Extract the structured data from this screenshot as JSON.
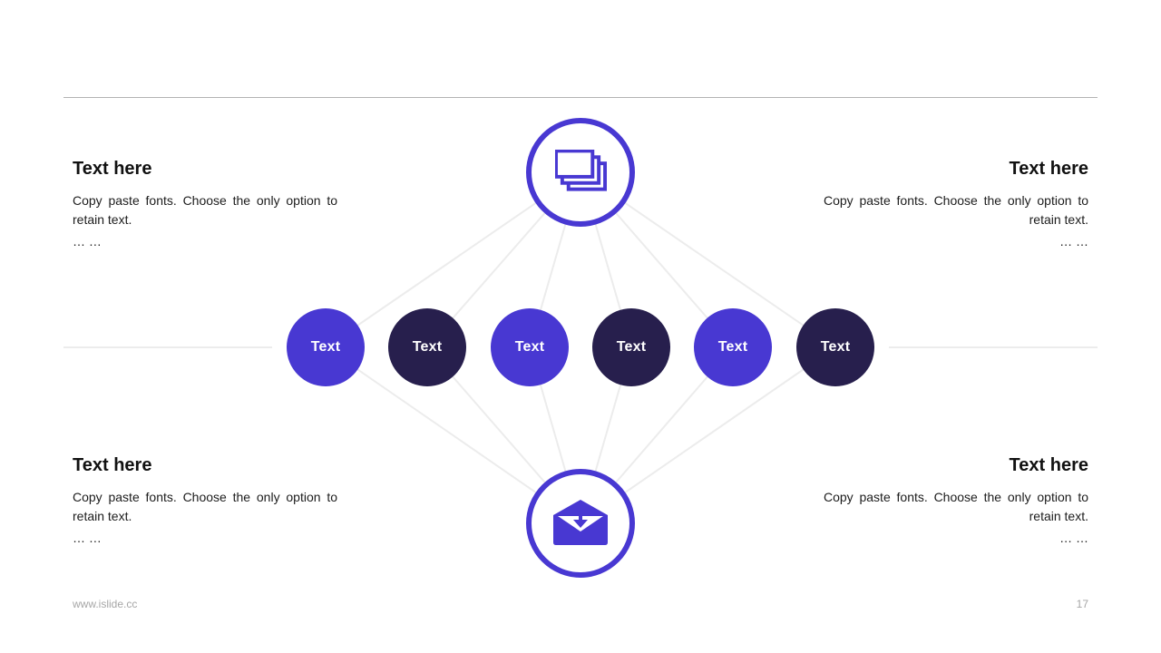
{
  "colors": {
    "primary_purple": "#4838D2",
    "dark_navy": "#271F4D",
    "connector_line": "#ECECEC",
    "top_divider": "#B3B3B3",
    "footer_text": "#A6A6A6"
  },
  "top_node": {
    "icon": "stacked-slides-icon"
  },
  "bottom_node": {
    "icon": "envelope-download-icon"
  },
  "middle_nodes": [
    {
      "label": "Text",
      "color": "purple"
    },
    {
      "label": "Text",
      "color": "dark"
    },
    {
      "label": "Text",
      "color": "purple"
    },
    {
      "label": "Text",
      "color": "dark"
    },
    {
      "label": "Text",
      "color": "purple"
    },
    {
      "label": "Text",
      "color": "dark"
    }
  ],
  "text_blocks": {
    "top_left": {
      "title": "Text here",
      "body": "Copy paste fonts. Choose the only option to retain text.",
      "more": "… …"
    },
    "top_right": {
      "title": "Text here",
      "body": "Copy paste fonts. Choose the only option to retain text.",
      "more": "… …"
    },
    "bottom_left": {
      "title": "Text here",
      "body": "Copy paste fonts. Choose the only option to retain text.",
      "more": "… …"
    },
    "bottom_right": {
      "title": "Text here",
      "body": "Copy paste fonts. Choose the only option to retain text.",
      "more": "… …"
    }
  },
  "footer": {
    "website": "www.islide.cc",
    "page_number": "17"
  }
}
